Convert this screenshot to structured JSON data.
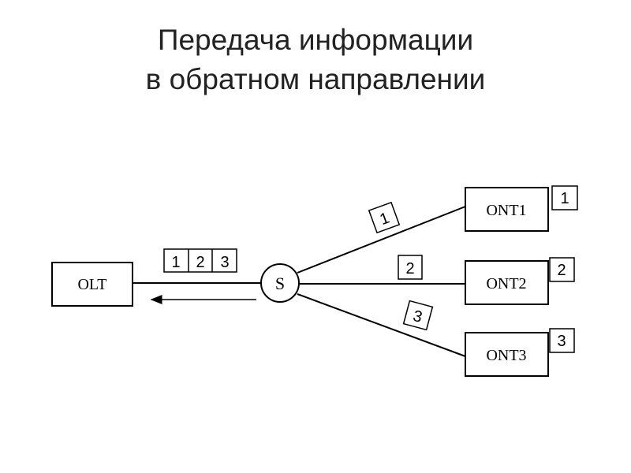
{
  "title": {
    "line1": "Передача информации",
    "line2": "в обратном направлении"
  },
  "diagram": {
    "olt": "OLT",
    "splitter": "S",
    "onts": [
      "ONT1",
      "ONT2",
      "ONT3"
    ],
    "ont_tags": [
      "1",
      "2",
      "3"
    ],
    "line_packets": [
      "1",
      "2",
      "3"
    ],
    "aggregated_frame": [
      "1",
      "2",
      "3"
    ]
  }
}
